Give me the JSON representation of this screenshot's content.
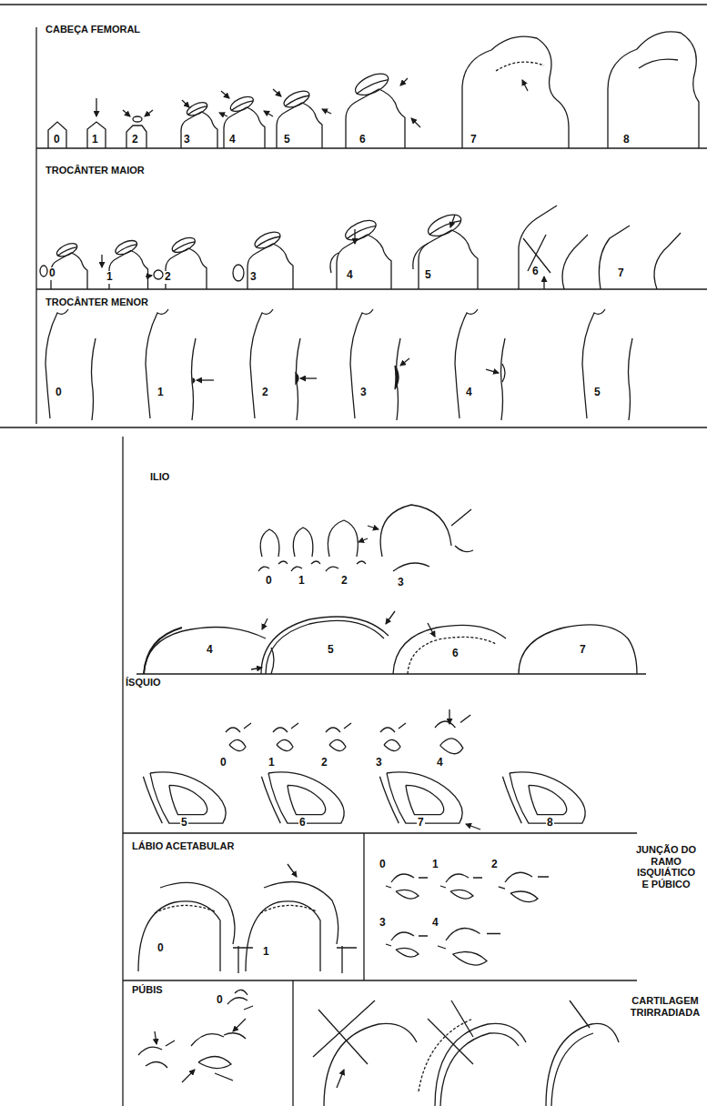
{
  "diagram": {
    "labels": [
      "CABEÇA FEMORAL",
      "0",
      "1",
      "2",
      "3",
      "4",
      "5",
      "6",
      "7",
      "8",
      "TROCÂNTER MAIOR",
      "0",
      "1",
      "2",
      "3",
      "4",
      "5",
      "6",
      "7",
      "TROCÂNTER MENOR",
      "0",
      "1",
      "2",
      "3",
      "4",
      "5",
      "ILIO",
      "0",
      "1",
      "2",
      "3",
      "4",
      "5",
      "6",
      "7",
      "ÍSQUIO",
      "0",
      "1",
      "2",
      "3",
      "4",
      "5",
      "6",
      "7",
      "8",
      "LÁBIO ACETABULAR",
      "0",
      "1",
      "JUNÇÃO DO RAMO ISQUIÁTICO E PÚBICO",
      "0",
      "1",
      "2",
      "3",
      "4",
      "PÚBIS",
      "0",
      "CARTILAGEM TRIRRADIADA"
    ]
  }
}
